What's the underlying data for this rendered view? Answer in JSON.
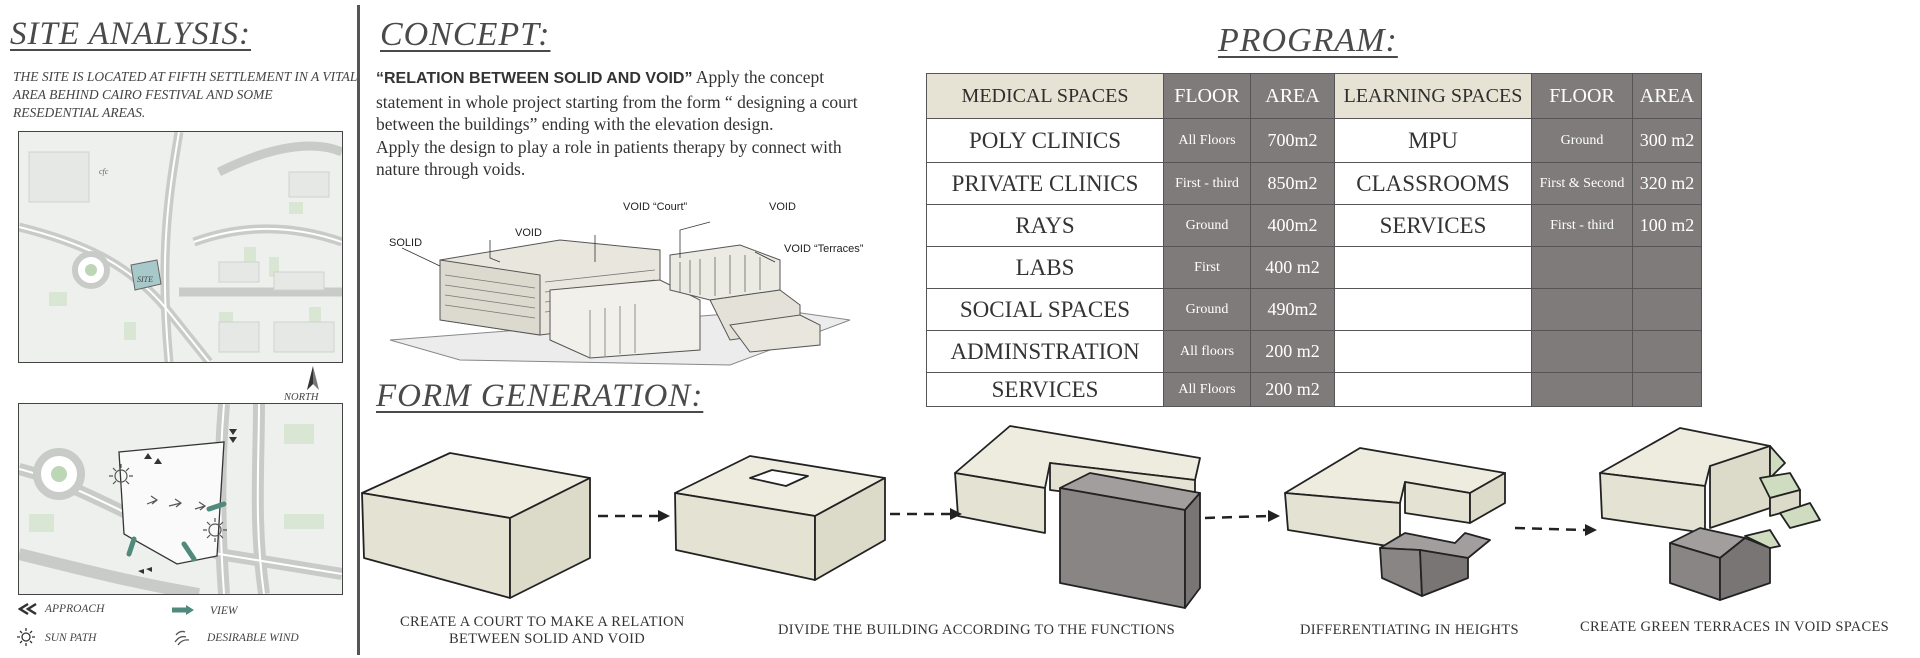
{
  "site_analysis": {
    "heading": "SITE ANALYSIS:",
    "description": "THE SITE IS LOCATED AT FIFTH SETTLEMENT IN A VITAL AREA BEHIND CAIRO FESTIVAL AND SOME RESEDENTIAL AREAS.",
    "map_label_cfc": "cfc",
    "map_label_site": "SITE",
    "north_label": "NORTH",
    "legend": {
      "approach": "APPROACH",
      "view": "VIEW",
      "sun_path": "SUN PATH",
      "desirable_wind": "DESIRABLE WIND"
    }
  },
  "concept": {
    "heading": "CONCEPT:",
    "statement_bold": "“RELATION BETWEEN SOLID AND VOID”",
    "statement_rest": " Apply the concept statement in whole project starting from the form “ designing a court between the buildings” ending with the elevation design.",
    "statement_2": "Apply the design to play a role in patients therapy by connect with nature through voids.",
    "diagram_labels": {
      "solid": "SOLID",
      "void": "VOID",
      "void_court": "VOID “Court”",
      "void_top": "VOID",
      "void_terraces": "VOID “Terraces”"
    }
  },
  "program": {
    "heading": "PROGRAM:",
    "headers": {
      "medical": "MEDICAL SPACES",
      "floor": "FLOOR",
      "area": "AREA",
      "learning": "LEARNING SPACES",
      "floor2": "FLOOR",
      "area2": "AREA"
    },
    "medical_rows": [
      {
        "name": "POLY CLINICS",
        "floor": "All Floors",
        "area": "700m2"
      },
      {
        "name": "PRIVATE CLINICS",
        "floor": "First - third",
        "area": "850m2"
      },
      {
        "name": "RAYS",
        "floor": "Ground",
        "area": "400m2"
      },
      {
        "name": "LABS",
        "floor": "First",
        "area": "400 m2"
      },
      {
        "name": "SOCIAL SPACES",
        "floor": "Ground",
        "area": "490m2"
      },
      {
        "name": "ADMINSTRATION",
        "floor": "All floors",
        "area": "200 m2"
      },
      {
        "name": "SERVICES",
        "floor": "All Floors",
        "area": "200 m2"
      }
    ],
    "learning_rows": [
      {
        "name": "MPU",
        "floor": "Ground",
        "area": "300 m2"
      },
      {
        "name": "CLASSROOMS",
        "floor": "First & Second",
        "area": "320 m2"
      },
      {
        "name": "SERVICES",
        "floor": "First - third",
        "area": "100 m2"
      }
    ]
  },
  "form_generation": {
    "heading": "FORM GENERATION:",
    "captions": [
      "CREATE A COURT TO MAKE A RELATION",
      "BETWEEN SOLID AND VOID",
      "DIVIDE THE BUILDING ACCORDING TO THE FUNCTIONS",
      "DIFFERENTIATING IN HEIGHTS",
      "CREATE GREEN TERRACES IN VOID SPACES"
    ]
  },
  "colors": {
    "mass_light": "#e4e2d2",
    "mass_dark": "#8a8585",
    "table_dark": "#7f7b7b",
    "table_light": "#e7e3d4",
    "terrace_green": "#cfdcc0",
    "view_arrow": "#4f8a7c"
  }
}
